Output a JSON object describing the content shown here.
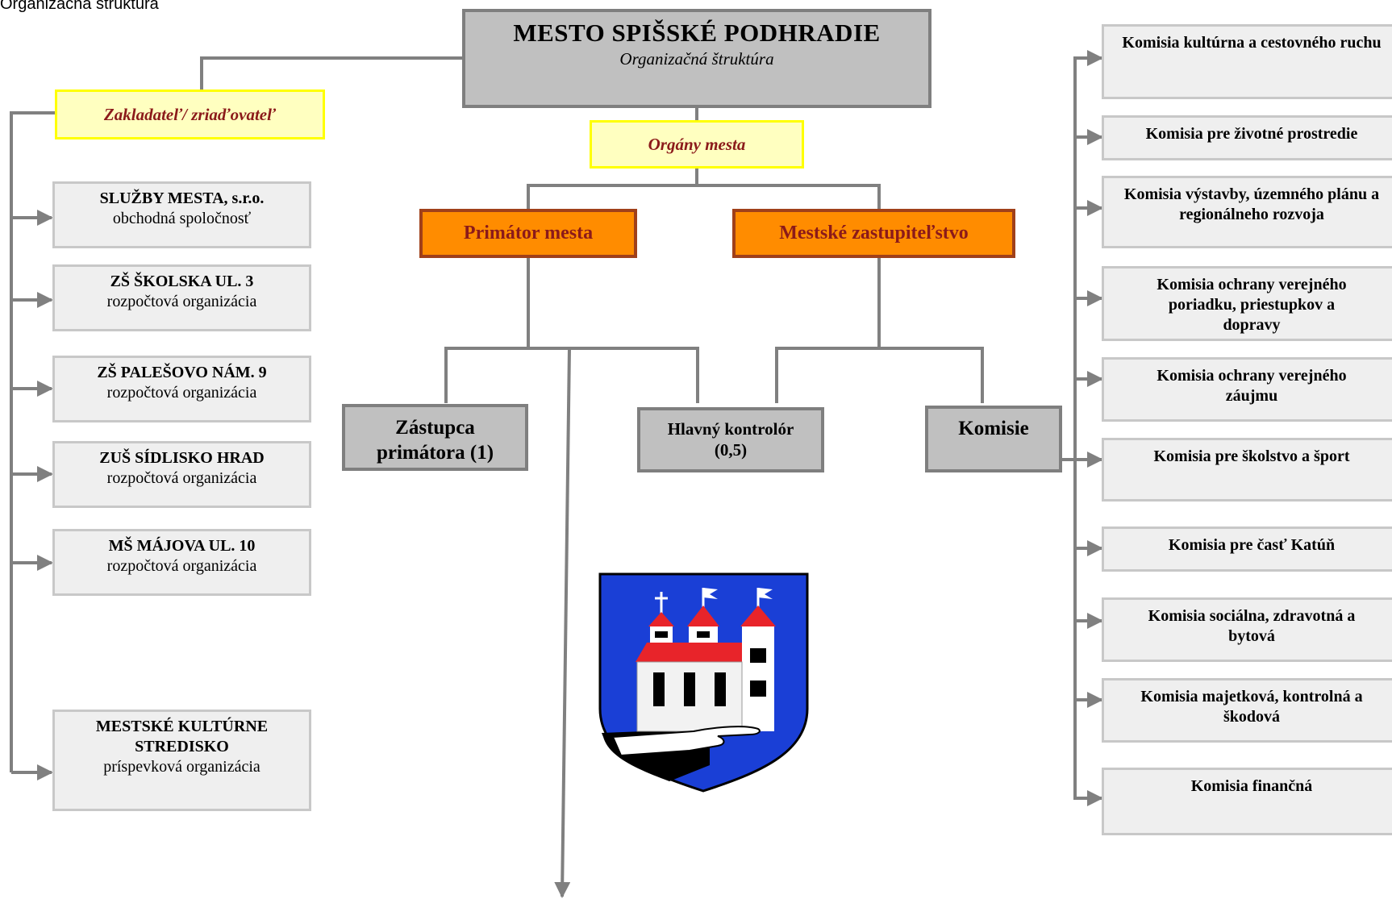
{
  "corner_label": "Organizačná štruktúra",
  "header": {
    "title": "MESTO SPIŠSKÉ PODHRADIE",
    "subtitle": "Organizačná štruktúra"
  },
  "founder_label": "Zakladateľ/ zriaďovateľ",
  "organs_label": "Orgány mesta",
  "mayor": "Primátor mesta",
  "council": "Mestské zastupiteľstvo",
  "deputy": "Zástupca primátora (1)",
  "controller": "Hlavný kontrolór (0,5)",
  "commissions": "Komisie",
  "organizations": [
    {
      "name": "SLUŽBY MESTA, s.r.o.",
      "type": "obchodná spoločnosť"
    },
    {
      "name": "ZŠ ŠKOLSKA UL. 3",
      "type": "rozpočtová organizácia"
    },
    {
      "name": "ZŠ PALEŠOVO NÁM. 9",
      "type": "rozpočtová organizácia"
    },
    {
      "name": "ZUŠ SÍDLISKO HRAD",
      "type": "rozpočtová organizácia"
    },
    {
      "name": "MŠ MÁJOVA UL. 10",
      "type": "rozpočtová organizácia"
    },
    {
      "name": "MESTSKÉ KULTÚRNE STREDISKO",
      "type": "príspevková organizácia"
    }
  ],
  "commission_list": [
    "Komisia kultúrna a cestovného ruchu",
    "Komisia pre životné prostredie",
    "Komisia výstavby, územného plánu a regionálneho rozvoja",
    "Komisia ochrany verejného poriadku, priestupkov a dopravy",
    "Komisia ochrany verejného záujmu",
    "Komisia pre školstvo a šport",
    "Komisia pre časť Katúň",
    "Komisia sociálna, zdravotná a bytová",
    "Komisia majetková, kontrolná a škodová",
    "Komisia finančná"
  ],
  "colors": {
    "line": "#808080",
    "main_box": "#c0c0c0",
    "founder_fill": "#ffffc0",
    "founder_border": "#ffff00",
    "label_text": "#8b1a1a",
    "orange_fill": "#ff8c00",
    "orange_border": "#a0401a",
    "light_box": "#efefef",
    "crest_blue": "#1a3fd6",
    "crest_red": "#e8242a"
  },
  "icons": {
    "crest": "town-coat-of-arms-icon"
  }
}
